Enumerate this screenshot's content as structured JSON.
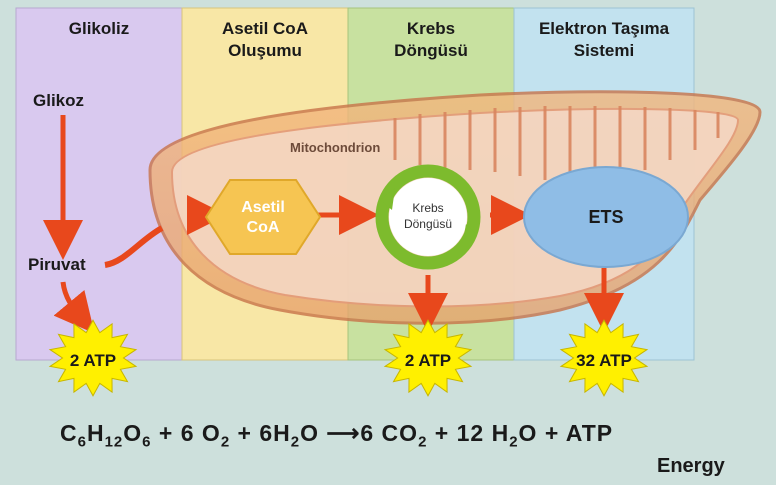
{
  "columns": [
    {
      "title": "Glikoliz",
      "color": "#d9c9ef"
    },
    {
      "title": "Asetil CoA\nOluşumu",
      "color": "#f8e7a6"
    },
    {
      "title": "Krebs\nDöngüsü",
      "color": "#c8e1a0"
    },
    {
      "title": "Elektron Taşıma\nSistemi",
      "color": "#c2e2ef"
    }
  ],
  "labels": {
    "glikoz": "Glikoz",
    "piruvat": "Piruvat",
    "mitochondrion": "Mitochondrion",
    "asetil_coa": "Asetil\nCoA",
    "krebs": "Krebs\nDöngüsü",
    "ets": "ETS"
  },
  "atp": {
    "glikoliz": "2 ATP",
    "krebs": "2 ATP",
    "ets": "32 ATP"
  },
  "equation": {
    "parts": [
      "C",
      "6",
      "H",
      "12",
      "O",
      "6",
      " + 6 O",
      "2",
      " + 6H",
      "2",
      "O ⟶6 CO",
      "2",
      " + 12 H",
      "2",
      "O + ATP"
    ],
    "energy": "Energy"
  },
  "colors": {
    "arrow": "#e8481c",
    "hexagon": "#f6c552",
    "krebs_ring": "#7dbb2d",
    "ets_fill": "#8fbde6",
    "starburst": "#fff000"
  }
}
